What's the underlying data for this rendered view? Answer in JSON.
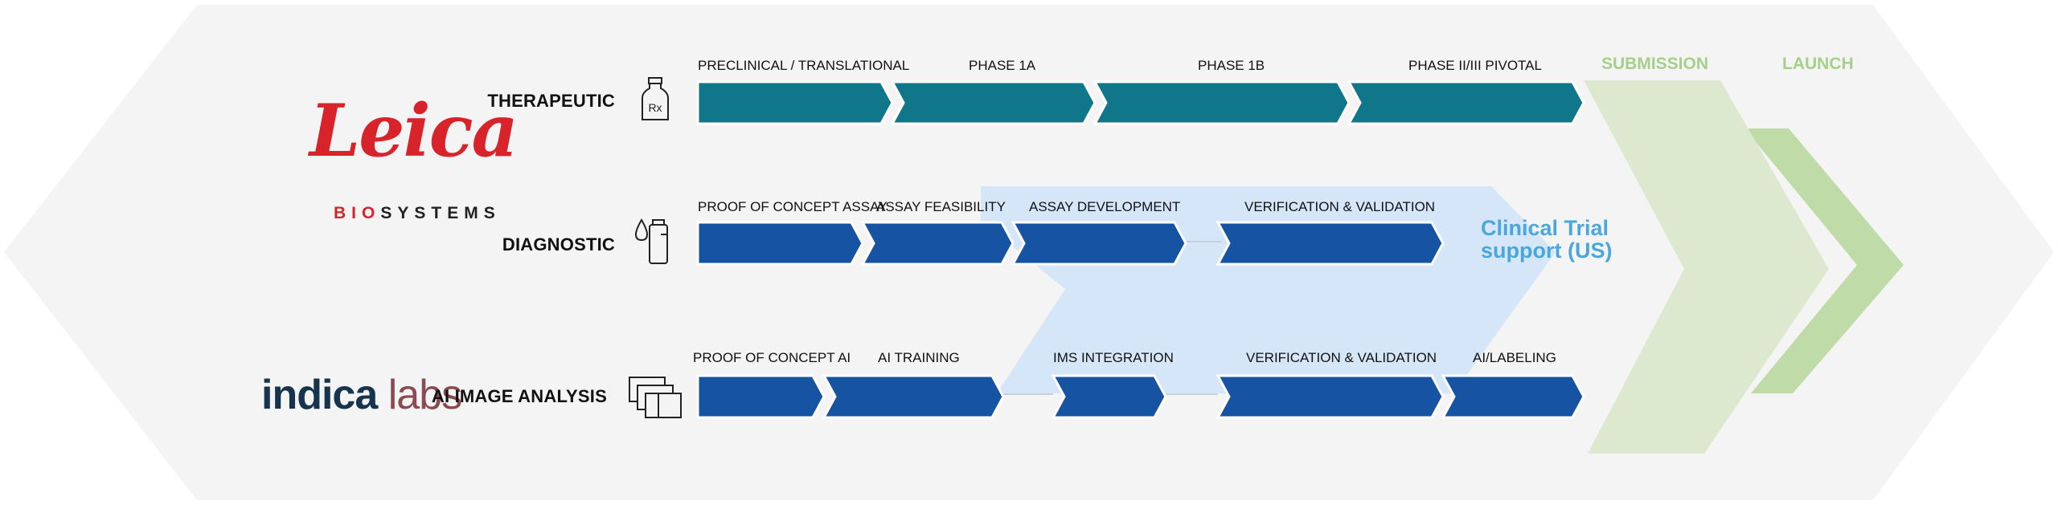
{
  "rows": {
    "therapeutic": {
      "label": "THERAPEUTIC",
      "icon": "medicine-bottle-icon",
      "icon_text": "Rx",
      "stages": [
        "PRECLINICAL / TRANSLATIONAL",
        "PHASE 1A",
        "PHASE 1B",
        "PHASE II/III PIVOTAL"
      ]
    },
    "diagnostic": {
      "label": "DIAGNOSTIC",
      "icon": "reagent-drop-bottle-icon",
      "stages": [
        "PROOF OF CONCEPT ASSAY",
        "ASSAY FEASIBILITY",
        "ASSAY DEVELOPMENT",
        "VERIFICATION & VALIDATION"
      ]
    },
    "ai_image_analysis": {
      "label": "AI IMAGE ANALYSIS",
      "icon": "stacked-slides-icon",
      "stages": [
        "PROOF OF CONCEPT AI",
        "AI TRAINING",
        "IMS INTEGRATION",
        "VERIFICATION & VALIDATION",
        "AI/LABELING"
      ]
    }
  },
  "milestones": {
    "submission": "SUBMISSION",
    "launch": "LAUNCH"
  },
  "clinical_trial_support": {
    "line1": "Clinical Trial",
    "line2": "support (US)"
  },
  "logos": {
    "leica": {
      "script": "Leica",
      "bio_red": "BIO",
      "bio_dark": "SYSTEMS"
    },
    "indica": {
      "part1": "indica",
      "part2": "labs"
    }
  },
  "colors": {
    "background_hex": "#f4f4f4",
    "therapeutic_teal": "#10778a",
    "diagnostic_blue": "#1753a3",
    "clinical_trial_region": "#d5e6f8",
    "submission_green": "#dde9cf",
    "launch_green": "#bfdba7",
    "leica_red": "#d8232a",
    "indica_navy": "#17344f",
    "indica_maroon": "#8a4a52",
    "clinical_trial_text": "#4aa7dd"
  }
}
